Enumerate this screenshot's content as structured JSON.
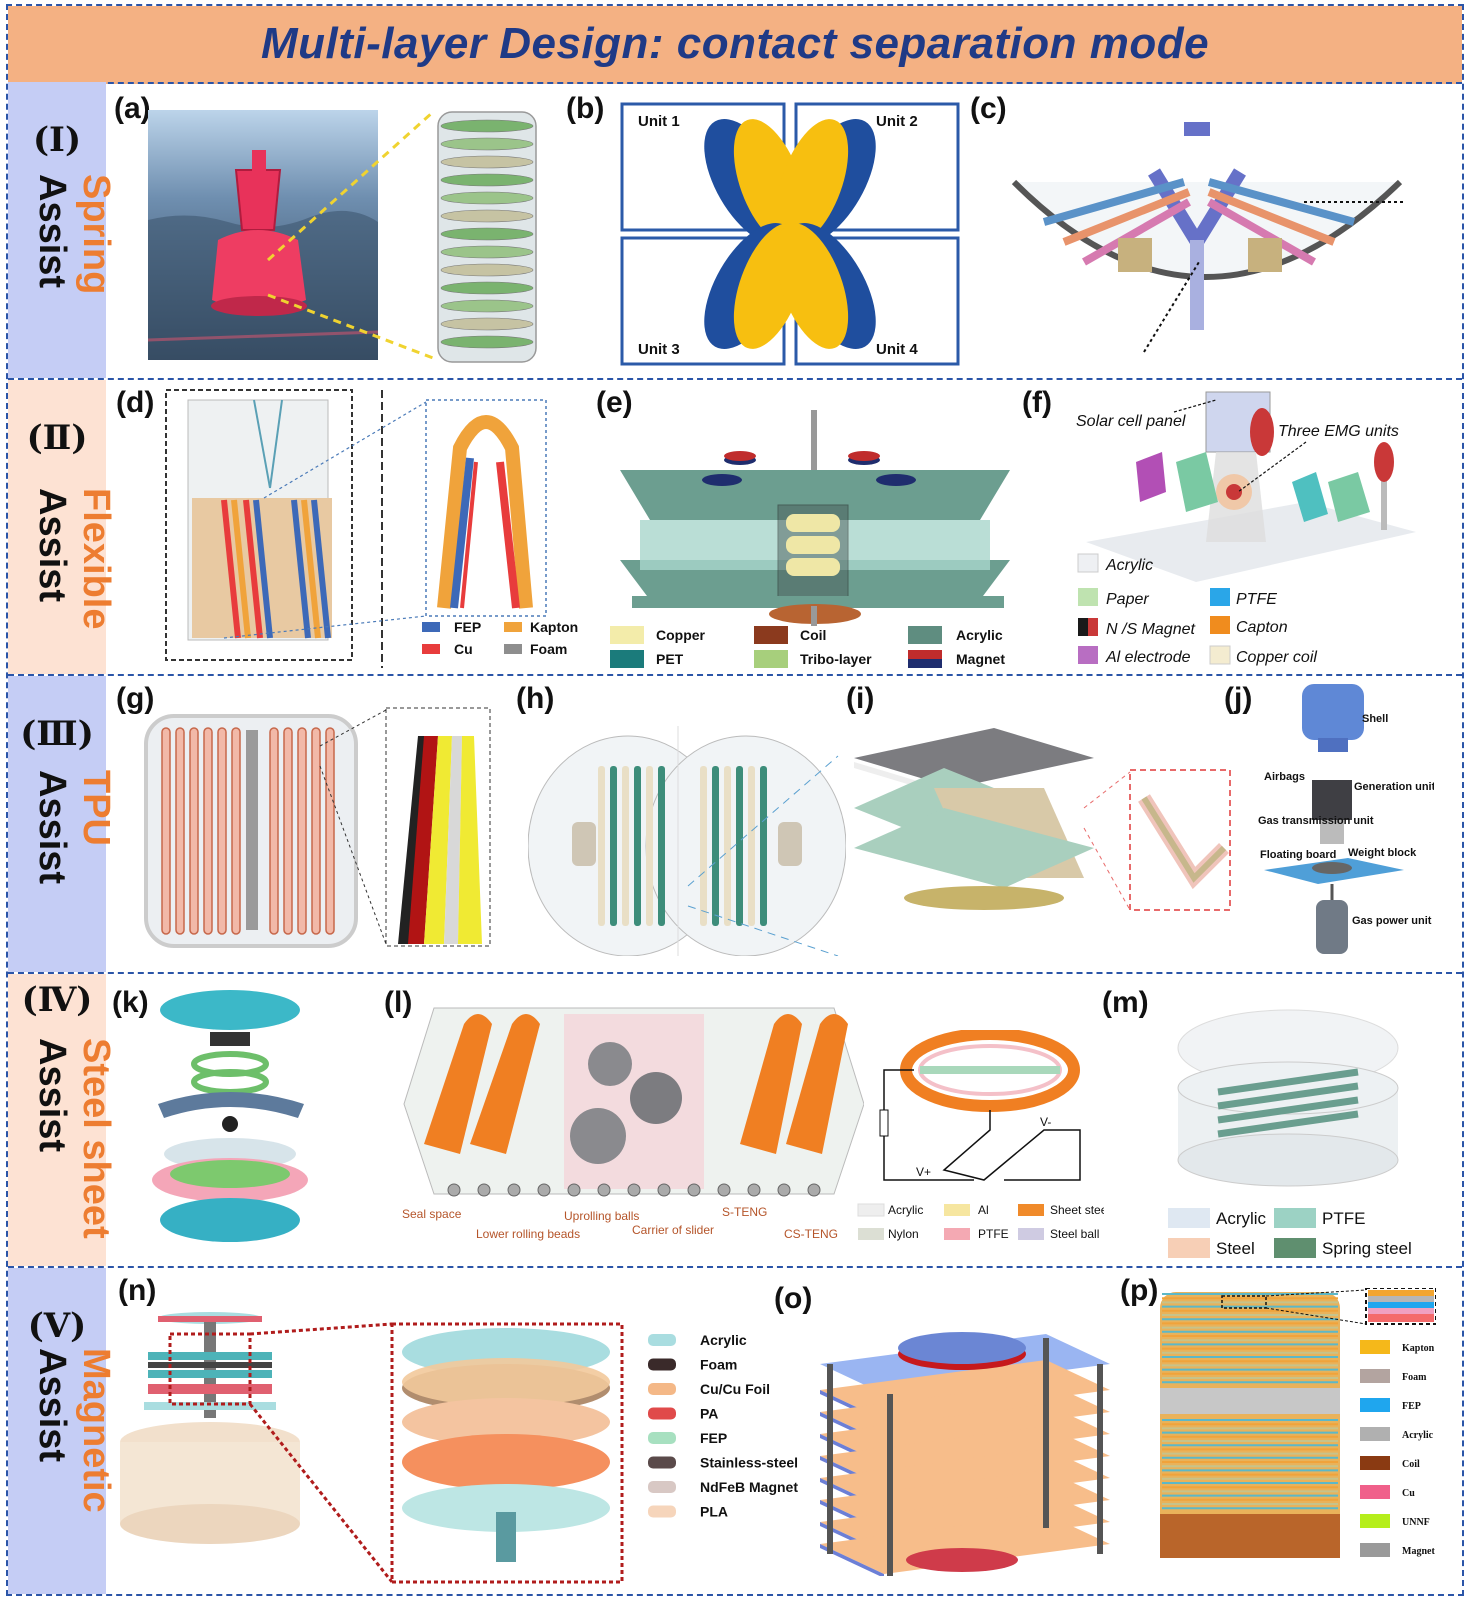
{
  "title": "Multi-layer Design: contact separation mode",
  "rows": [
    {
      "roman": "(Ⅰ)",
      "word1": "Spring",
      "word2": "Assist"
    },
    {
      "roman": "(Ⅱ)",
      "word1": "Flexible",
      "word2": "Assist"
    },
    {
      "roman": "(Ⅲ)",
      "word1": "TPU",
      "word2": "Assist"
    },
    {
      "roman": "(Ⅳ)",
      "word1": "Steel sheet",
      "word2": "Assist"
    },
    {
      "roman": "(Ⅴ)",
      "word1": "Magnetic",
      "word2": "Assist"
    }
  ],
  "panels": {
    "a": "(a)",
    "b": "(b)",
    "c": "(c)",
    "d": "(d)",
    "e": "(e)",
    "f": "(f)",
    "g": "(g)",
    "h": "(h)",
    "i": "(i)",
    "j": "(j)",
    "k": "(k)",
    "l": "(l)",
    "m": "(m)",
    "n": "(n)",
    "o": "(o)",
    "p": "(p)"
  },
  "b_units": [
    "Unit 1",
    "Unit 2",
    "Unit 3",
    "Unit 4"
  ],
  "d_legend": [
    "FEP",
    "Kapton",
    "Cu",
    "Foam"
  ],
  "e_legend": [
    "Copper",
    "Coil",
    "Acrylic",
    "PET",
    "Tribo-layer",
    "Magnet"
  ],
  "f_annotations": {
    "solar": "Solar cell panel",
    "emg": "Three EMG units"
  },
  "f_legend": [
    "Acrylic",
    "Paper",
    "PTFE",
    "N /S Magnet",
    "Capton",
    "Al electrode",
    "Copper coil"
  ],
  "j_labels": [
    "Shell",
    "Airbags",
    "Generation unit",
    "Gas transmission unit",
    "Floating board",
    "Weight block",
    "Gas power unit"
  ],
  "l_labels": [
    "Seal space",
    "Lower rolling beads",
    "Uprolling balls",
    "Carrier of slider",
    "S-TENG",
    "CS-TENG"
  ],
  "l_legend": [
    "Acrylic",
    "Al",
    "Sheet steel",
    "Nylon",
    "PTFE",
    "Steel ball"
  ],
  "l_circuit": {
    "vplus": "V+",
    "vminus": "V-"
  },
  "m_legend": [
    "Acrylic",
    "PTFE",
    "Steel",
    "Spring steel"
  ],
  "n_legend": [
    "Acrylic",
    "Foam",
    "Cu/Cu Foil",
    "PA",
    "FEP",
    "Stainless-steel",
    "NdFeB Magnet",
    "PLA"
  ],
  "p_legend": [
    "Kapton",
    "Foam",
    "FEP",
    "Acrylic",
    "Coil",
    "Cu",
    "UNNF",
    "Magnet"
  ],
  "colors": {
    "title_bg": "#f4b183",
    "title_text": "#1f3a86",
    "side_blue": "#c5cdf5",
    "side_peach": "#fde2d3",
    "accent_orange": "#ed7d31",
    "frame": "#2b55a8"
  }
}
